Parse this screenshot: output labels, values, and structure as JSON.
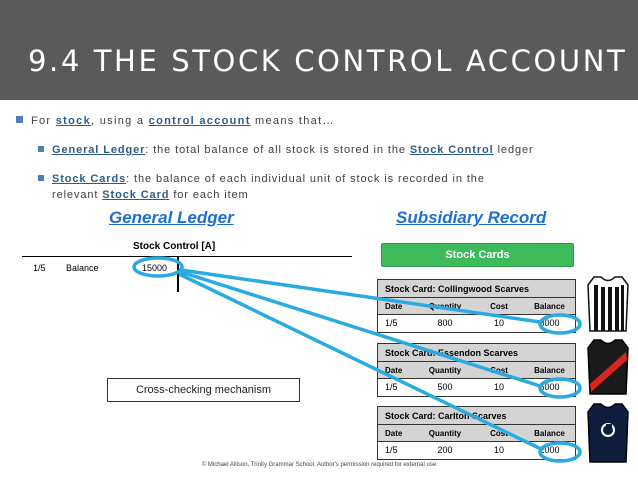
{
  "slide": {
    "title": "9.4 THE STOCK CONTROL ACCOUNT",
    "bullet1": {
      "prefix": "For ",
      "kw1": "stock",
      "mid": ", using a ",
      "kw2": "control account",
      "suffix": " means that…"
    },
    "bullet2": {
      "kw1": "General Ledger",
      "mid": ": the total balance of all stock is stored in the ",
      "kw2": "Stock Control",
      "suffix": " ledger"
    },
    "bullet3": {
      "kw1": "Stock Cards",
      "mid": ": the balance of each individual unit of stock is recorded in the",
      "line2_prefix": "relevant ",
      "kw2": "Stock Card",
      "suffix": " for each item"
    },
    "general_ledger_title": "General Ledger",
    "subsidiary_title": "Subsidiary Record",
    "footer": "© Michael Allison, Trinity Grammar School. Author's permission required for external use"
  },
  "ledger": {
    "account_name": "Stock Control [A]",
    "date": "1/5",
    "detail": "Balance",
    "amount": "15000"
  },
  "stock_cards_label": "Stock Cards",
  "cross_check_label": "Cross-checking mechanism",
  "cards": [
    {
      "title": "Stock Card: Collingwood Scarves",
      "headers": [
        "Date",
        "Quantity",
        "Cost",
        "Balance"
      ],
      "row": [
        "1/5",
        "800",
        "10",
        "8000"
      ]
    },
    {
      "title": "Stock Card: Essendon Scarves",
      "headers": [
        "Date",
        "Quantity",
        "Cost",
        "Balance"
      ],
      "row": [
        "1/5",
        "500",
        "10",
        "5000"
      ]
    },
    {
      "title": "Stock Card: Carlton Scarves",
      "headers": [
        "Date",
        "Quantity",
        "Cost",
        "Balance"
      ],
      "row": [
        "1/5",
        "200",
        "10",
        "2000"
      ]
    }
  ],
  "colors": {
    "header_bg": "#5a5a5a",
    "accent_blue": "#1f6fd1",
    "keyword_blue": "#2e5c8a",
    "connector_cyan": "#29abe2",
    "stock_cards_green": "#3dba5a"
  }
}
